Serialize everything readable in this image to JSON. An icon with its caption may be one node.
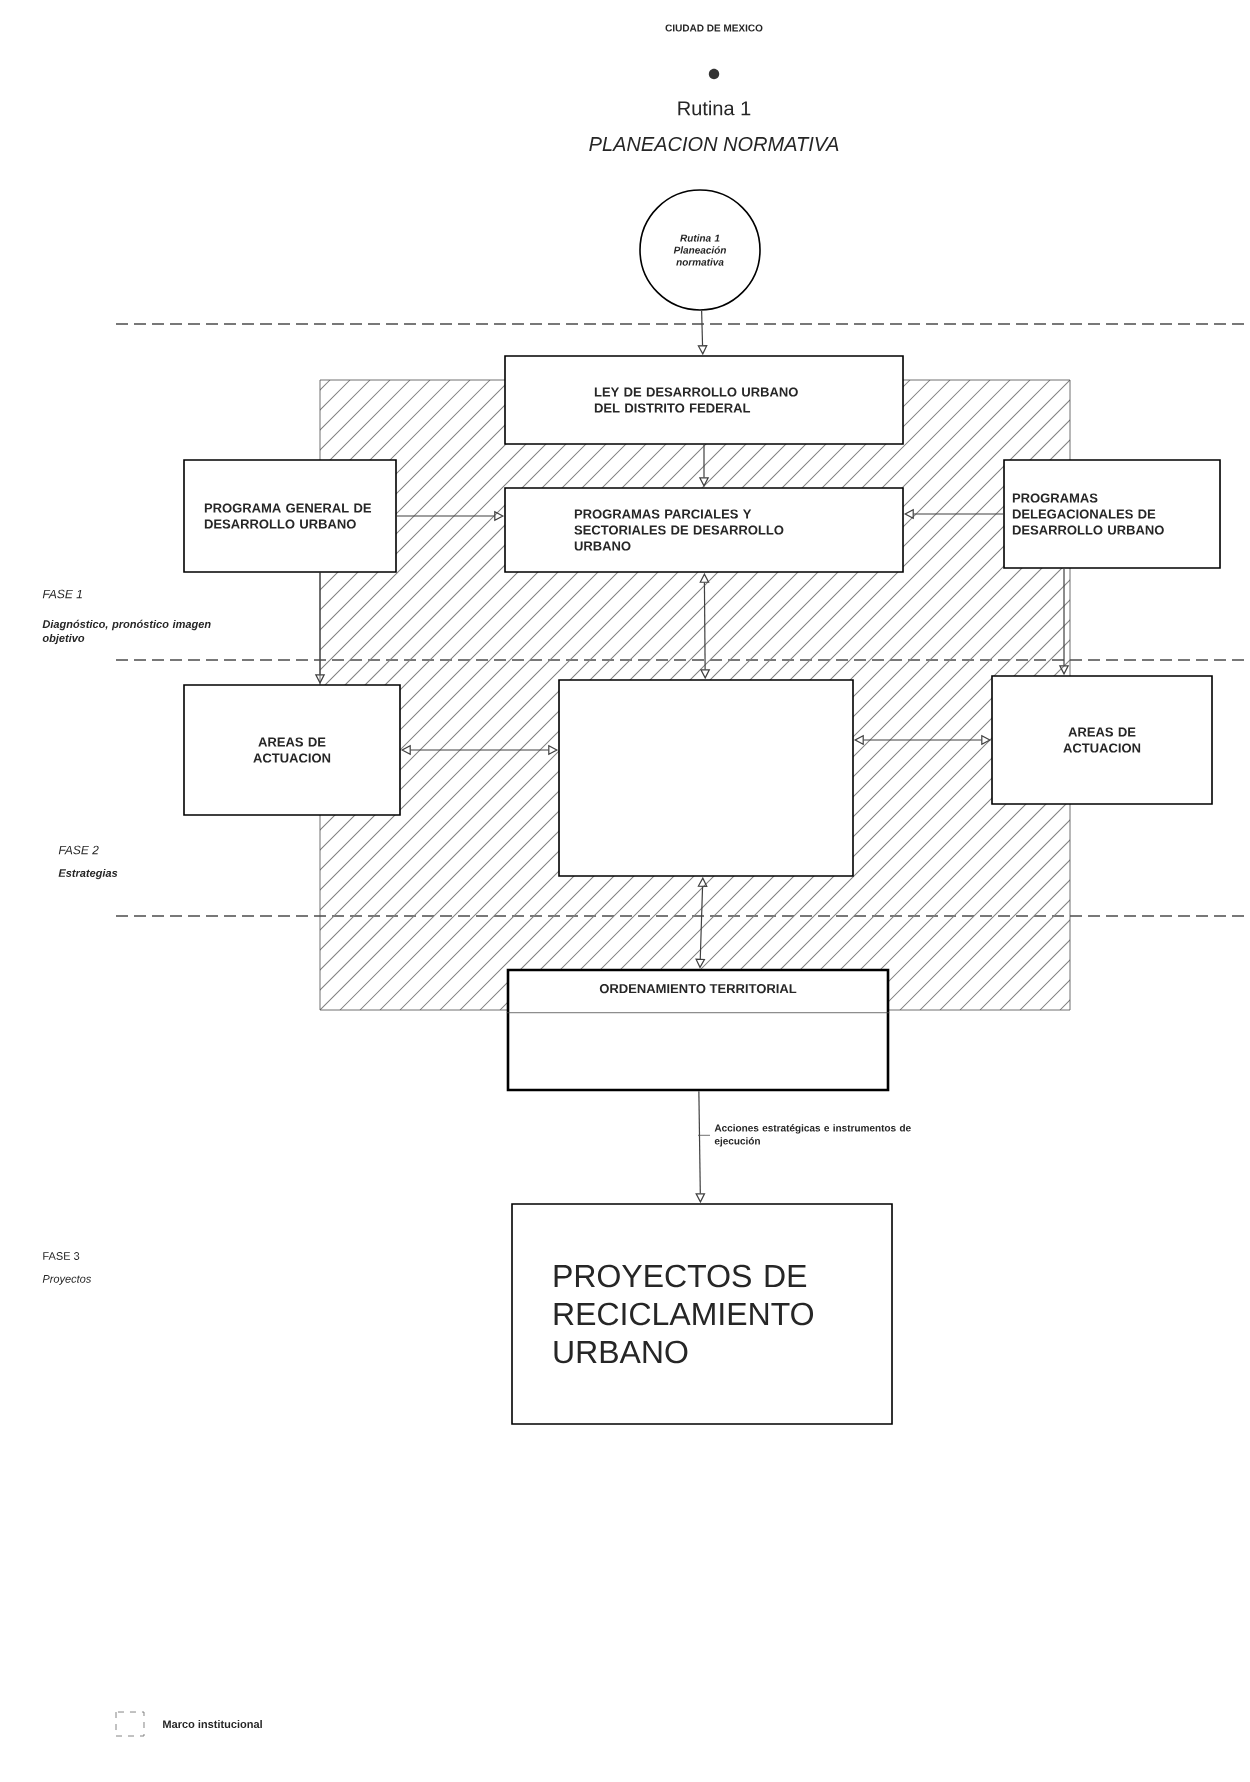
{
  "diagram": {
    "nodes": [
      {
        "text": [
          "Rutina 1 Planeación normativa"
        ]
      },
      {
        "text": [
          "LEY DE DESARROLLO URBANO DEL DISTRITO FEDERAL"
        ]
      },
      {
        "text": [
          "PROGRAMA GENERAL DE DESARROLLO URBANO"
        ]
      },
      {
        "text": [
          "PROGRAMAS PARCIALES Y SECTORIALES DE DESARROLLO URBANO"
        ]
      },
      {
        "text": [
          "PROGRAMAS DELEGACIONALES DE DESARROLLO URBANO"
        ]
      },
      {
        "text": [
          "AREAS DE ACTUACION"
        ]
      },
      {
        "text": [],
        "shape": "box"
      },
      {
        "text": [
          "AREAS DE ACTUACION"
        ]
      },
      {
        "text": [
          "ORDENAMIENTO TERRITORIAL"
        ]
      },
      {
        "text": [
          "PROYECTOS DE RECICLAMIENTO URBANO"
        ]
      }
    ],
    "edges": [
      {
        "from": 0,
        "to": 1,
        "arrow": "to"
      },
      {
        "from": 1,
        "to": 3,
        "arrow": "to"
      },
      {
        "from": 2,
        "to": 3,
        "arrow": "to"
      },
      {
        "from": 4,
        "to": 3,
        "arrow": "to"
      },
      {
        "from": 6,
        "to": 3,
        "arrow": "both"
      },
      {
        "from": 2,
        "to": 5,
        "arrow": "to"
      },
      {
        "from": 4,
        "to": 7,
        "arrow": "to"
      },
      {
        "from": 5,
        "to": 6,
        "arrow": "both"
      },
      {
        "from": 6,
        "to": 7,
        "arrow": "both"
      },
      {
        "from": 8,
        "to": 6,
        "arrow": "both"
      },
      {
        "from": 8,
        "to": 9,
        "arrow": "to",
        "label": "Acciones estratégicas e instrumentos de ejecución"
      }
    ],
    "labels": [
      "CIUDAD DE MEXICO",
      "Rutina 1",
      "PLANEACION NORMATIVA",
      "FASE 1",
      "Diagnóstico, pronóstico imagen objetivo",
      "FASE 2",
      "Estrategias",
      "FASE 3",
      "Proyectos"
    ],
    "legend": [
      {
        "text": "Marco institucional"
      }
    ]
  }
}
